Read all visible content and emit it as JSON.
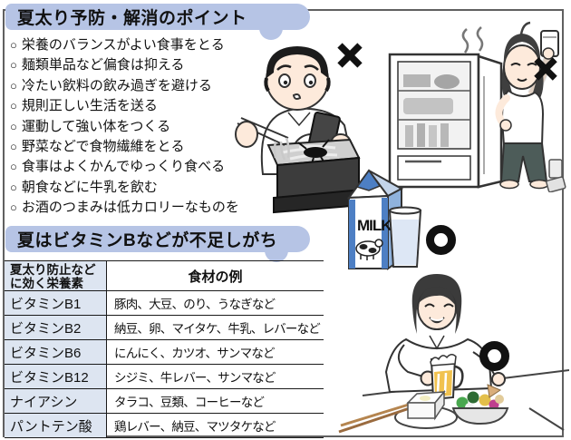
{
  "section1": {
    "title": "夏太り予防・解消のポイント",
    "bullet_char": "○",
    "tips": [
      "栄養のバランスがよい食事をとる",
      "麺類単品など偏食は抑える",
      "冷たい飲料の飲み過ぎを避ける",
      "規則正しい生活を送る",
      "運動して強い体をつくる",
      "野菜などで食物繊維をとる",
      "食事はよくかんでゆっくり食べる",
      "朝食などに牛乳を飲む",
      "お酒のつまみは低カロリーなものを"
    ]
  },
  "section2": {
    "title": "夏はビタミンBなどが不足しがち",
    "table": {
      "col1_header_lines": [
        "夏太り防止など",
        "に効く栄養素"
      ],
      "col2_header": "食材の例",
      "rows": [
        {
          "nutrient": "ビタミンB1",
          "foods": "豚肉、大豆、のり、うなぎなど"
        },
        {
          "nutrient": "ビタミンB2",
          "foods": "納豆、卵、マイタケ、牛乳、レバーなど"
        },
        {
          "nutrient": "ビタミンB6",
          "foods": "にんにく、カツオ、サンマなど"
        },
        {
          "nutrient": "ビタミンB12",
          "foods": "シジミ、牛レバー、サンマなど"
        },
        {
          "nutrient": "ナイアシン",
          "foods": "タラコ、豆類、コーヒーなど"
        },
        {
          "nutrient": "パントテン酸",
          "foods": "鶏レバー、納豆、マツタケなど"
        }
      ]
    }
  },
  "illustrations": {
    "milk_label": "MILK",
    "bad_mark_icon": "✕",
    "good_mark_icon": "○",
    "scenes": [
      "man-slurping-noodles-bad",
      "woman-at-open-fridge-with-cold-drink-bad",
      "milk-carton-and-glass-good",
      "woman-balanced-meal-good"
    ]
  },
  "colors": {
    "header_bg": "#b6c4e5",
    "table_col1_bg": "#dde5f1",
    "frame_border": "#606060",
    "mark": "#111111",
    "milk_blue": "#4d7fc4",
    "beer_yellow": "#f1c24f"
  }
}
